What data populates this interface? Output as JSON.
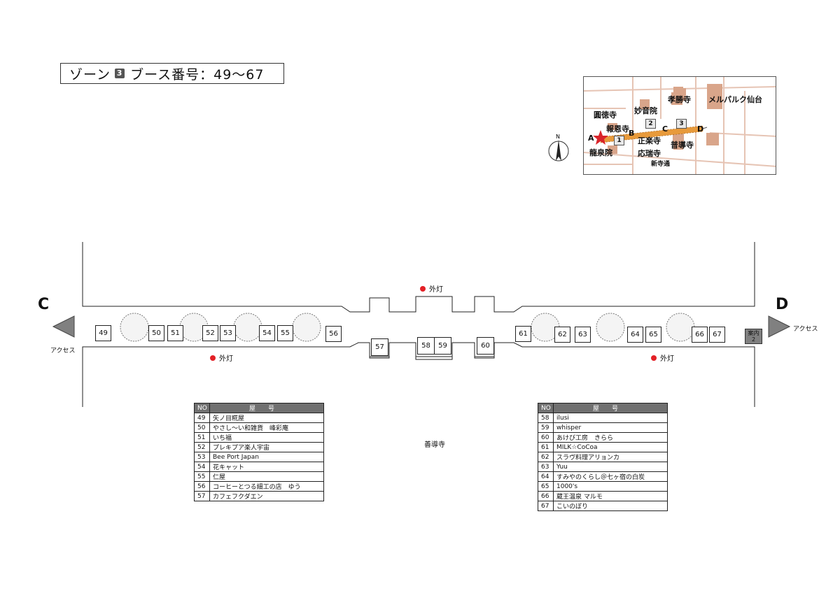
{
  "zone_title": {
    "prefix": "ゾーン",
    "badge": "3",
    "suffix": "ブース番号：49〜67"
  },
  "inset_map": {
    "labels": {
      "kosho": "孝勝寺",
      "melpark": "メルパルク仙台",
      "myotokuin": "妙音院",
      "entokuji": "圓徳寺",
      "hoonji": "報恩寺",
      "shorakuji": "正楽寺",
      "fudoji": "普導寺",
      "ozuiji": "応瑞寺",
      "ryusenin": "龍泉院",
      "shinteradori": "新寺通"
    },
    "points": {
      "a": "A",
      "b": "B",
      "c": "C",
      "d": "D"
    },
    "zones": [
      "1",
      "2",
      "3"
    ],
    "colors": {
      "building": "#d9a58a",
      "road": "#e8c3b3",
      "route": "#e89a3b",
      "star": "#d9242a"
    }
  },
  "north_arrow": {
    "label": "N"
  },
  "street": {
    "end_left": "C",
    "end_right": "D",
    "access": "アクセス",
    "lamp": "外灯",
    "temple": "善導寺",
    "info_booth": "案内\n2",
    "booths_top": [
      "49",
      "50",
      "51",
      "52",
      "53",
      "54",
      "55",
      "56"
    ],
    "booths_mid": [
      "57",
      "58",
      "59",
      "60"
    ],
    "booths_right": [
      "61",
      "62",
      "63",
      "64",
      "65",
      "66",
      "67"
    ]
  },
  "tables": {
    "header_no": "NO",
    "header_name": "屋号",
    "left": [
      {
        "no": "49",
        "name": "矢ノ目糀屋"
      },
      {
        "no": "50",
        "name": "やさし〜い和雑貨　峰彩庵"
      },
      {
        "no": "51",
        "name": "いち福"
      },
      {
        "no": "52",
        "name": "プレキプア楽人宇宙"
      },
      {
        "no": "53",
        "name": "Bee Port Japan"
      },
      {
        "no": "54",
        "name": "花キャット"
      },
      {
        "no": "55",
        "name": "仁屋"
      },
      {
        "no": "56",
        "name": "コーヒーとつる細工の店　ゆう"
      },
      {
        "no": "57",
        "name": "カフェフクダエン"
      }
    ],
    "right": [
      {
        "no": "58",
        "name": "ilusi"
      },
      {
        "no": "59",
        "name": "whisper"
      },
      {
        "no": "60",
        "name": "あけび工房　きらら"
      },
      {
        "no": "61",
        "name": "MILK☆CoCoa"
      },
      {
        "no": "62",
        "name": "スラヴ料理アリョンカ"
      },
      {
        "no": "63",
        "name": "Yuu"
      },
      {
        "no": "64",
        "name": "すみやのくらし＠七ヶ宿の白炭"
      },
      {
        "no": "65",
        "name": "1000's"
      },
      {
        "no": "66",
        "name": "蔵王温泉 マルモ"
      },
      {
        "no": "67",
        "name": "こいのぼり"
      }
    ]
  }
}
